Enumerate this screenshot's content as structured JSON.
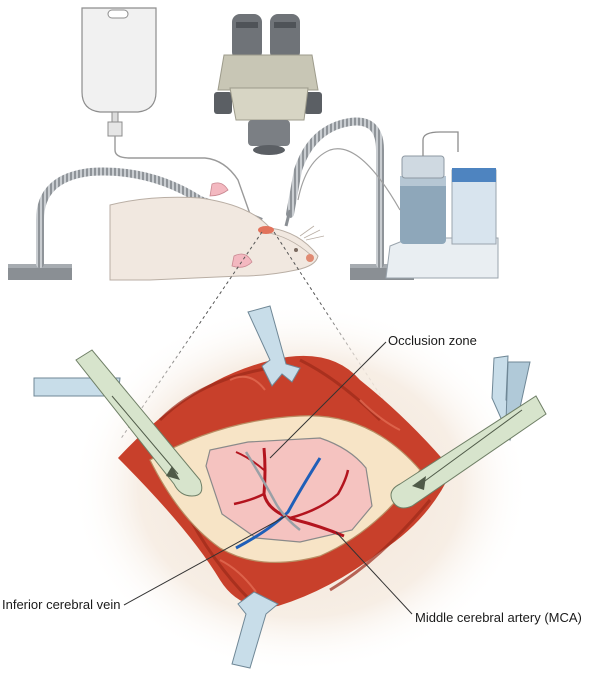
{
  "labels": {
    "occlusion_zone": "Occlusion zone",
    "inferior_cerebral_vein": "Inferior cerebral vein",
    "middle_cerebral_artery": "Middle cerebral artery (MCA)"
  },
  "colors": {
    "tissue_red": "#c8402b",
    "tissue_dark": "#9b2a1a",
    "bone_cream": "#f7e4c6",
    "brain_pink": "#f5c3c0",
    "artery_red": "#b3141e",
    "vein_blue": "#1f5fb8",
    "tube_green": "#d7e4cc",
    "retractor_blue": "#c8dde9",
    "bag_blue": "#4e84c0",
    "machine_grey": "#9aa4ad"
  },
  "icons": {
    "microscope": "microscope-icon",
    "iv_bag": "iv-bag-icon",
    "pump": "perfusion-pump-icon",
    "rat": "rat-icon"
  }
}
